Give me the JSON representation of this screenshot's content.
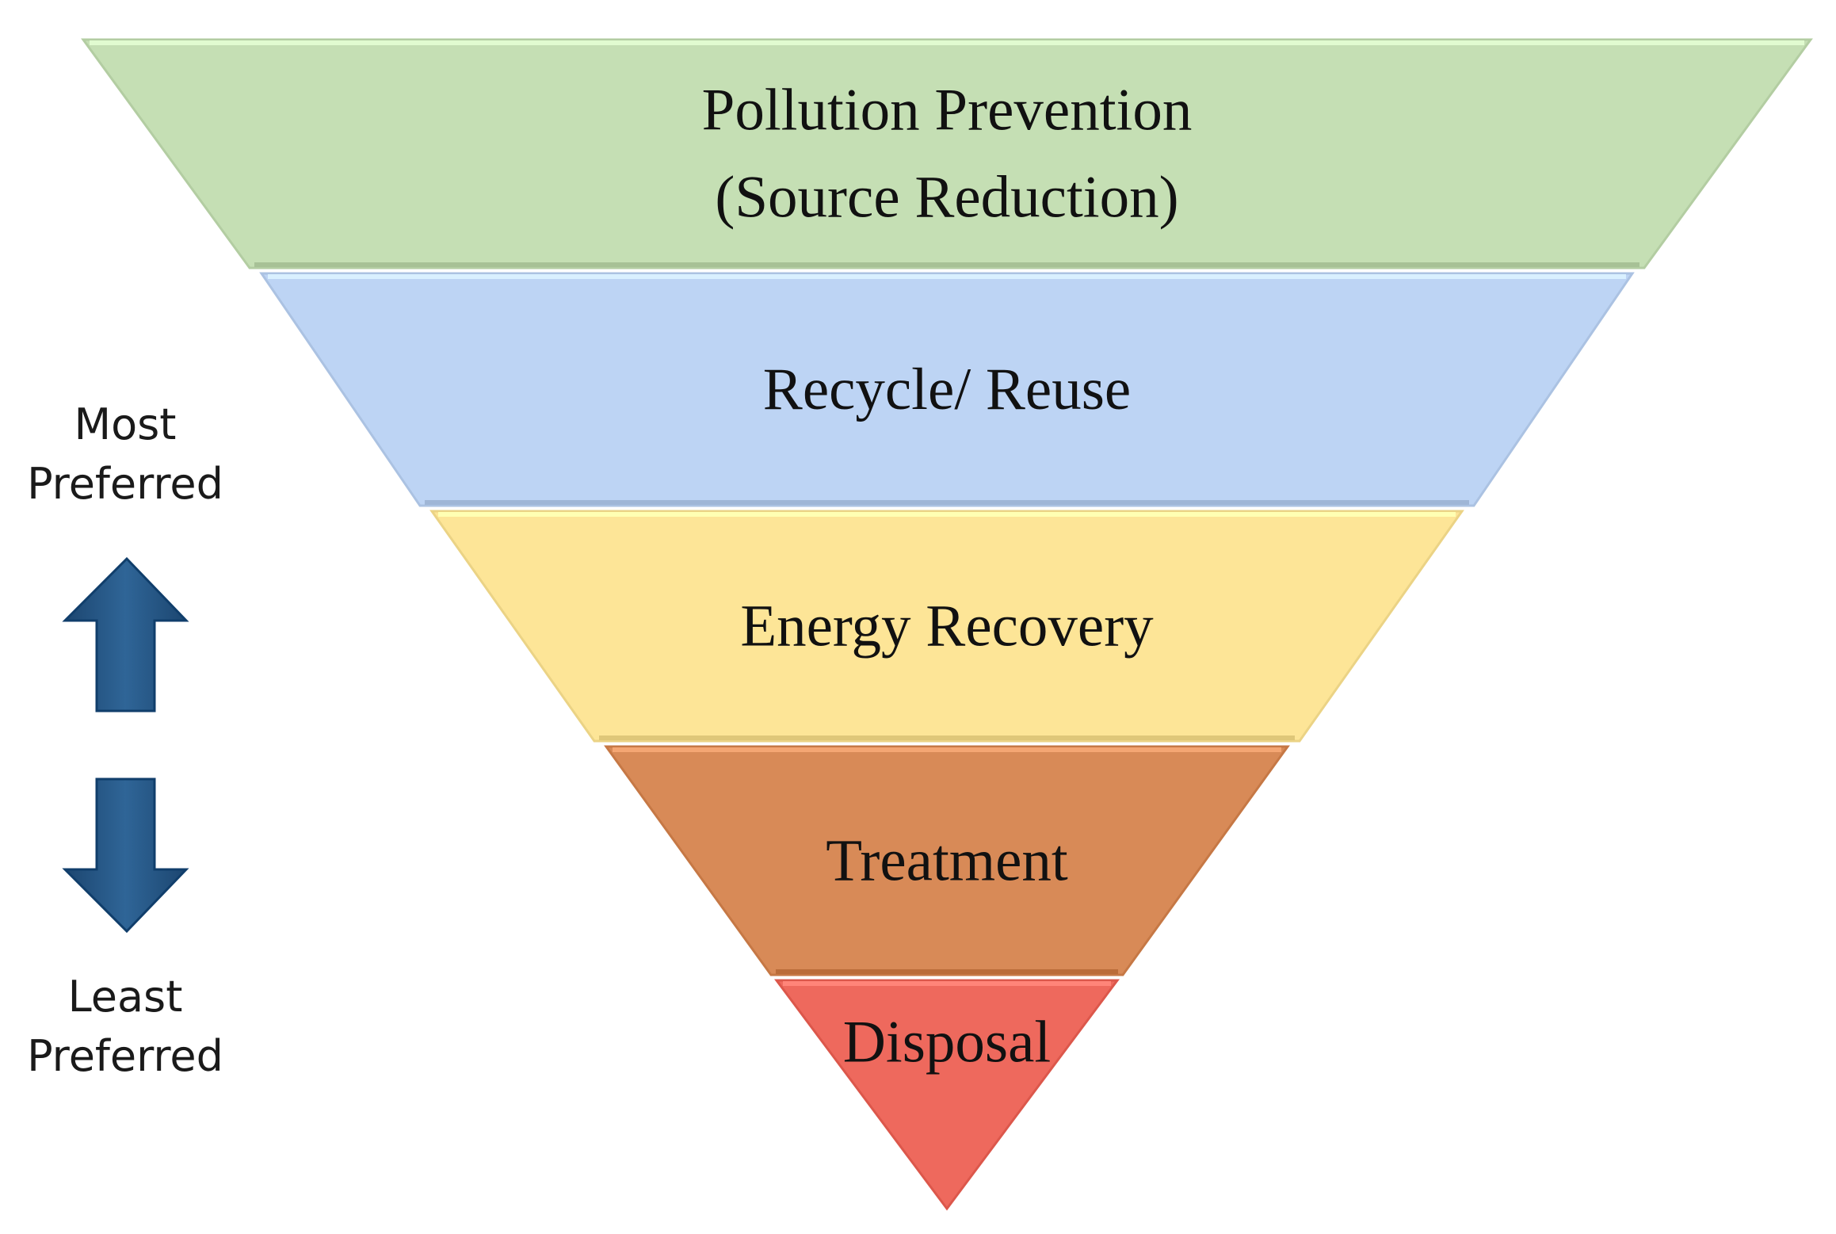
{
  "tiers": [
    {
      "lines": [
        "Pollution Prevention",
        "(Source Reduction)"
      ],
      "color": "#c5dfb4"
    },
    {
      "lines": [
        "Recycle/ Reuse"
      ],
      "color": "#bdd4f4"
    },
    {
      "lines": [
        "Energy Recovery"
      ],
      "color": "#fde597"
    },
    {
      "lines": [
        "Treatment"
      ],
      "color": "#d88a57"
    },
    {
      "lines": [
        "Disposal"
      ],
      "color": "#ee695d"
    }
  ],
  "side": {
    "most": {
      "line1": "Most",
      "line2": "Preferred"
    },
    "least": {
      "line1": "Least",
      "line2": "Preferred"
    },
    "arrow_color": "#24527f",
    "arrow_up_icon": "arrow-up-icon",
    "arrow_down_icon": "arrow-down-icon"
  }
}
